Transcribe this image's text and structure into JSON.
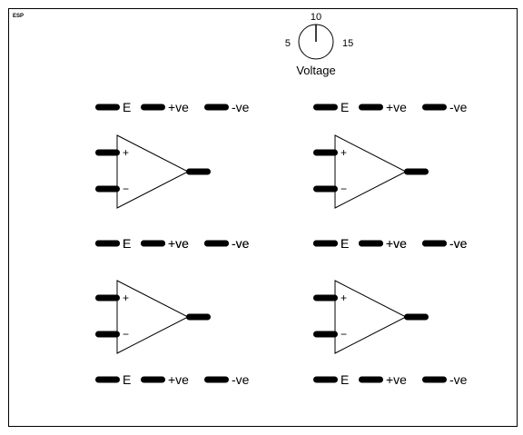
{
  "logo_text": "ESP",
  "knob": {
    "title": "Voltage",
    "scale_min": "5",
    "scale_mid": "10",
    "scale_max": "15"
  },
  "terminal_labels": {
    "ground": "E",
    "positive": "+ve",
    "negative": "-ve"
  },
  "opamp_labels": {
    "noninverting": "+",
    "inverting": "−"
  },
  "modules": [
    {
      "id": "a"
    },
    {
      "id": "b"
    },
    {
      "id": "c"
    },
    {
      "id": "d"
    }
  ]
}
